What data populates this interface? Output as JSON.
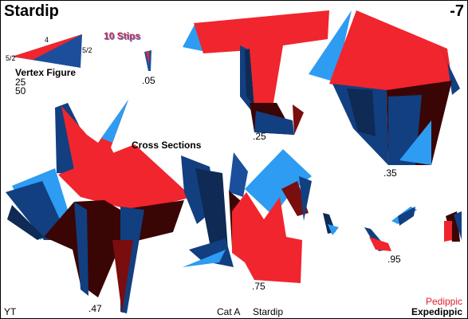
{
  "title": "Stardip",
  "index_label": "-7",
  "stips_label": "10 Stips",
  "vertex_figure": {
    "heading": "Vertex Figure",
    "line1": "25",
    "line2": "50",
    "edge_top": "4",
    "edge_left": "5/2",
    "edge_right": "5/2"
  },
  "cross_sections_heading": "Cross Sections",
  "section_labels": {
    "s05": ".05",
    "s25": ".25",
    "s35": ".35",
    "s47": ".47",
    "s75": ".75",
    "s95": ".95"
  },
  "footer": {
    "left": "YT",
    "category": "Cat A",
    "name": "Stardip",
    "pedippic": "Pedippic",
    "expedippic": "Expedippic"
  },
  "colors": {
    "red": "#f0252d",
    "blue": "#2d9cf2",
    "navy": "#123f80",
    "dark_red": "#4a0606"
  }
}
